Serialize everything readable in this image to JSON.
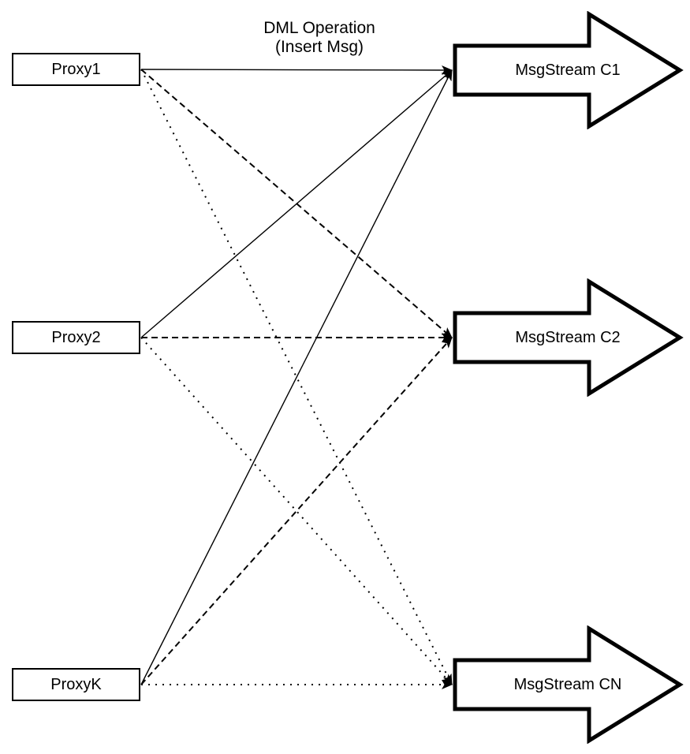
{
  "diagram": {
    "background": "#ffffff",
    "line_color": "#000000",
    "shape_fill": "#ffffff",
    "annotation": {
      "line1": "DML Operation",
      "line2": "(Insert Msg)"
    },
    "proxies": [
      {
        "id": "proxy1",
        "label": "Proxy1"
      },
      {
        "id": "proxy2",
        "label": "Proxy2"
      },
      {
        "id": "proxyk",
        "label": "ProxyK"
      }
    ],
    "streams": [
      {
        "id": "c1",
        "label": "MsgStream C1"
      },
      {
        "id": "c2",
        "label": "MsgStream C2"
      },
      {
        "id": "cn",
        "label": "MsgStream CN"
      }
    ],
    "connections": [
      {
        "from": "proxy1",
        "to": "c1",
        "style": "solid"
      },
      {
        "from": "proxy1",
        "to": "c2",
        "style": "dashed"
      },
      {
        "from": "proxy1",
        "to": "cn",
        "style": "dotted"
      },
      {
        "from": "proxy2",
        "to": "c1",
        "style": "solid"
      },
      {
        "from": "proxy2",
        "to": "c2",
        "style": "dashed"
      },
      {
        "from": "proxy2",
        "to": "cn",
        "style": "dotted"
      },
      {
        "from": "proxyk",
        "to": "c1",
        "style": "solid"
      },
      {
        "from": "proxyk",
        "to": "c2",
        "style": "dashed"
      },
      {
        "from": "proxyk",
        "to": "cn",
        "style": "dotted"
      }
    ]
  }
}
